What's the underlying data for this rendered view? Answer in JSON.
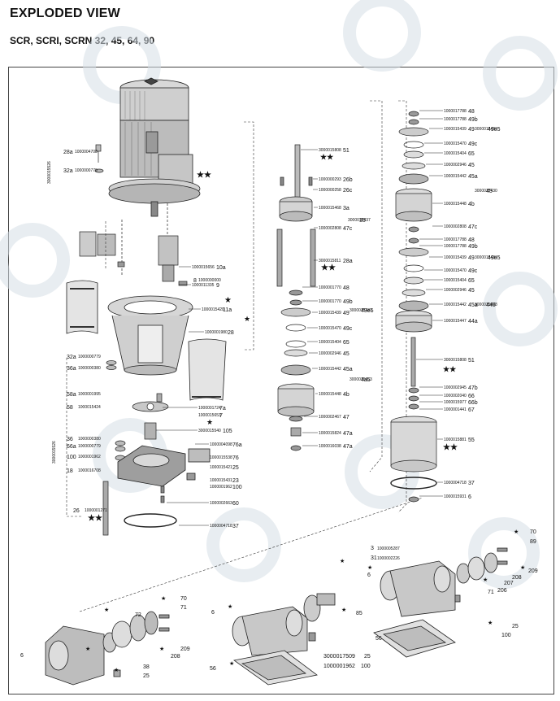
{
  "header": {
    "title": "EXPLODED VIEW",
    "subtitle": "SCR, SCRI, SCRN 32, 45, 64, 90"
  },
  "motor": {
    "labels": [
      {
        "ref": "28a",
        "part": "1000004708"
      },
      {
        "ref": "32a",
        "part": "1000000779"
      }
    ],
    "vert": "3000015526",
    "stars": "★★"
  },
  "coupling": {
    "labels": [
      {
        "ref": "10a",
        "part": "1000015656"
      },
      {
        "ref": "9",
        "part": "1000011335"
      },
      {
        "ref": "8",
        "part": "1000000000"
      }
    ],
    "stars": "★"
  },
  "lantern": {
    "labels": [
      {
        "ref": "11a",
        "part": "1000015420"
      },
      {
        "ref": "28",
        "part": "1000001980"
      },
      {
        "ref": "32a",
        "part": "1000000779"
      },
      {
        "ref": "36a",
        "part": "1000000380"
      },
      {
        "ref": "58a",
        "part": "1000001995"
      },
      {
        "ref": "58",
        "part": "1000015424"
      },
      {
        "ref": "7a",
        "part": "1000001724"
      },
      {
        "ref": "7",
        "part": "1000015653"
      },
      {
        "ref": "105",
        "part": "3000015540"
      },
      {
        "ref": "36",
        "part": "1000000380"
      },
      {
        "ref": "66a",
        "part": "1000000779"
      },
      {
        "ref": "100",
        "part": "1000001962"
      },
      {
        "ref": "18",
        "part": "1000016708"
      },
      {
        "ref": "76a",
        "part": "1000004098"
      },
      {
        "ref": "76",
        "part": "1000015538"
      },
      {
        "ref": "25",
        "part": "1000015421"
      },
      {
        "ref": "23",
        "part": "1000015431"
      },
      {
        "ref": "100",
        "part": "1000001962"
      },
      {
        "ref": "60",
        "part": "1000002663"
      },
      {
        "ref": "26",
        "part": "1000001271"
      },
      {
        "ref": "37",
        "part": "1000004718"
      }
    ],
    "vert": "3000015526"
  },
  "stack_mid": {
    "labels": [
      {
        "ref": "51",
        "part": "3000015808"
      },
      {
        "ref": "26b",
        "part": "1000000293"
      },
      {
        "ref": "26c",
        "part": "1000000258"
      },
      {
        "ref": "3a",
        "part": "1000015468"
      },
      {
        "ref": "35",
        "part": "3000015437"
      },
      {
        "ref": "47c",
        "part": "1000002808"
      },
      {
        "ref": "28a",
        "part": "3000015811"
      },
      {
        "ref": "48",
        "part": "1000001770"
      },
      {
        "ref": "49b",
        "part": "1000001770"
      },
      {
        "ref": "49",
        "part": "1000015439"
      },
      {
        "ref": "49e5",
        "part": "3000015431"
      },
      {
        "ref": "49c",
        "part": "1000015470"
      },
      {
        "ref": "65",
        "part": "1000015404"
      },
      {
        "ref": "45",
        "part": "1000002946"
      },
      {
        "ref": "45a",
        "part": "1000015442"
      },
      {
        "ref": "4a5",
        "part": "3000016053"
      },
      {
        "ref": "4b",
        "part": "1000015448"
      },
      {
        "ref": "47",
        "part": "1000002467"
      },
      {
        "ref": "47a",
        "part": "1000015824"
      },
      {
        "ref": "47a",
        "part": "1000016038"
      }
    ],
    "stars": "★★"
  },
  "stack_right": {
    "labels": [
      {
        "ref": "48",
        "part": "1000017788"
      },
      {
        "ref": "49b",
        "part": "1000017788"
      },
      {
        "ref": "49",
        "part": "1000015439"
      },
      {
        "ref": "49e5",
        "part": "3000015431"
      },
      {
        "ref": "49c",
        "part": "1000015470"
      },
      {
        "ref": "65",
        "part": "1000015404"
      },
      {
        "ref": "45",
        "part": "1000002946"
      },
      {
        "ref": "45a",
        "part": "1000015442"
      },
      {
        "ref": "45",
        "part": "3000015430"
      },
      {
        "ref": "4b",
        "part": "1000015448"
      },
      {
        "ref": "47c",
        "part": "1000002808"
      },
      {
        "ref": "48",
        "part": "1000017788"
      },
      {
        "ref": "49b",
        "part": "1000017788"
      },
      {
        "ref": "49",
        "part": "1000015439"
      },
      {
        "ref": "49e5",
        "part": "3000015431"
      },
      {
        "ref": "49c",
        "part": "1000015470"
      },
      {
        "ref": "65",
        "part": "1000015404"
      },
      {
        "ref": "45",
        "part": "1000002946"
      },
      {
        "ref": "45a",
        "part": "1000015442"
      },
      {
        "ref": "445",
        "part": "3000015428"
      },
      {
        "ref": "44a",
        "part": "1000015447"
      },
      {
        "ref": "51",
        "part": "3000015808"
      },
      {
        "ref": "47b",
        "part": "1000002945"
      },
      {
        "ref": "66",
        "part": "1000002040"
      },
      {
        "ref": "66b",
        "part": "1000015977"
      },
      {
        "ref": "67",
        "part": "1000001441"
      },
      {
        "ref": "55",
        "part": "1000015881"
      },
      {
        "ref": "37",
        "part": "1000004718"
      },
      {
        "ref": "6",
        "part": "1000015931"
      }
    ],
    "stars": "★★"
  },
  "bottom": {
    "refs": [
      "70",
      "71",
      "72",
      "6",
      "209",
      "208",
      "38",
      "25",
      "56",
      "85",
      "6",
      "70",
      "89",
      "209",
      "208",
      "207",
      "206",
      "71",
      "25",
      "100",
      "56",
      "6",
      "3",
      "31"
    ],
    "parts": [
      {
        "ref": "25",
        "part": "3000017509"
      },
      {
        "ref": "100",
        "part": "1000001962"
      }
    ],
    "top_parts": [
      {
        "ref": "3",
        "part": "1000005287"
      },
      {
        "ref": "31",
        "part": "1000002226"
      }
    ]
  }
}
